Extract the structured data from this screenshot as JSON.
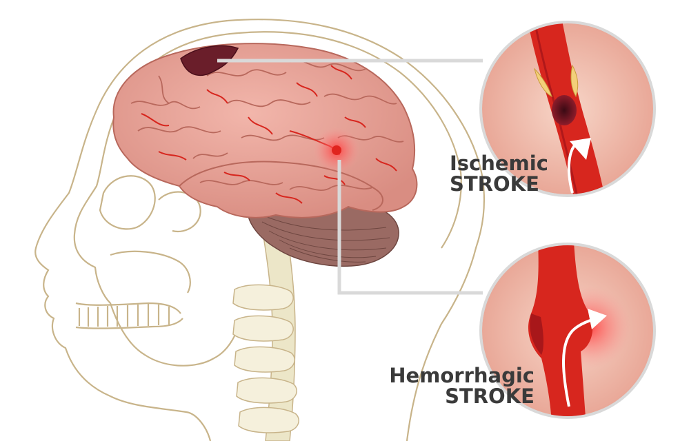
{
  "labels": {
    "ischemic": {
      "line1": "Ischemic",
      "line2": "STROKE"
    },
    "hemorrhagic": {
      "line1": "Hemorrhagic",
      "line2": "STROKE"
    }
  },
  "colors": {
    "outline": "#c8b48a",
    "brain": "#e8a39a",
    "brain_dark": "#c9786c",
    "vessel": "#d7261e",
    "cerebellum": "#9a6a63",
    "spine": "#ece6c8",
    "circle_bg": "#f2c4b4",
    "connector": "#d9d9d9",
    "text": "#3a3a3a"
  },
  "icons": [
    "head-skull-illustration",
    "brain-illustration",
    "blood-clot",
    "bleed-spot",
    "flow-arrow"
  ]
}
